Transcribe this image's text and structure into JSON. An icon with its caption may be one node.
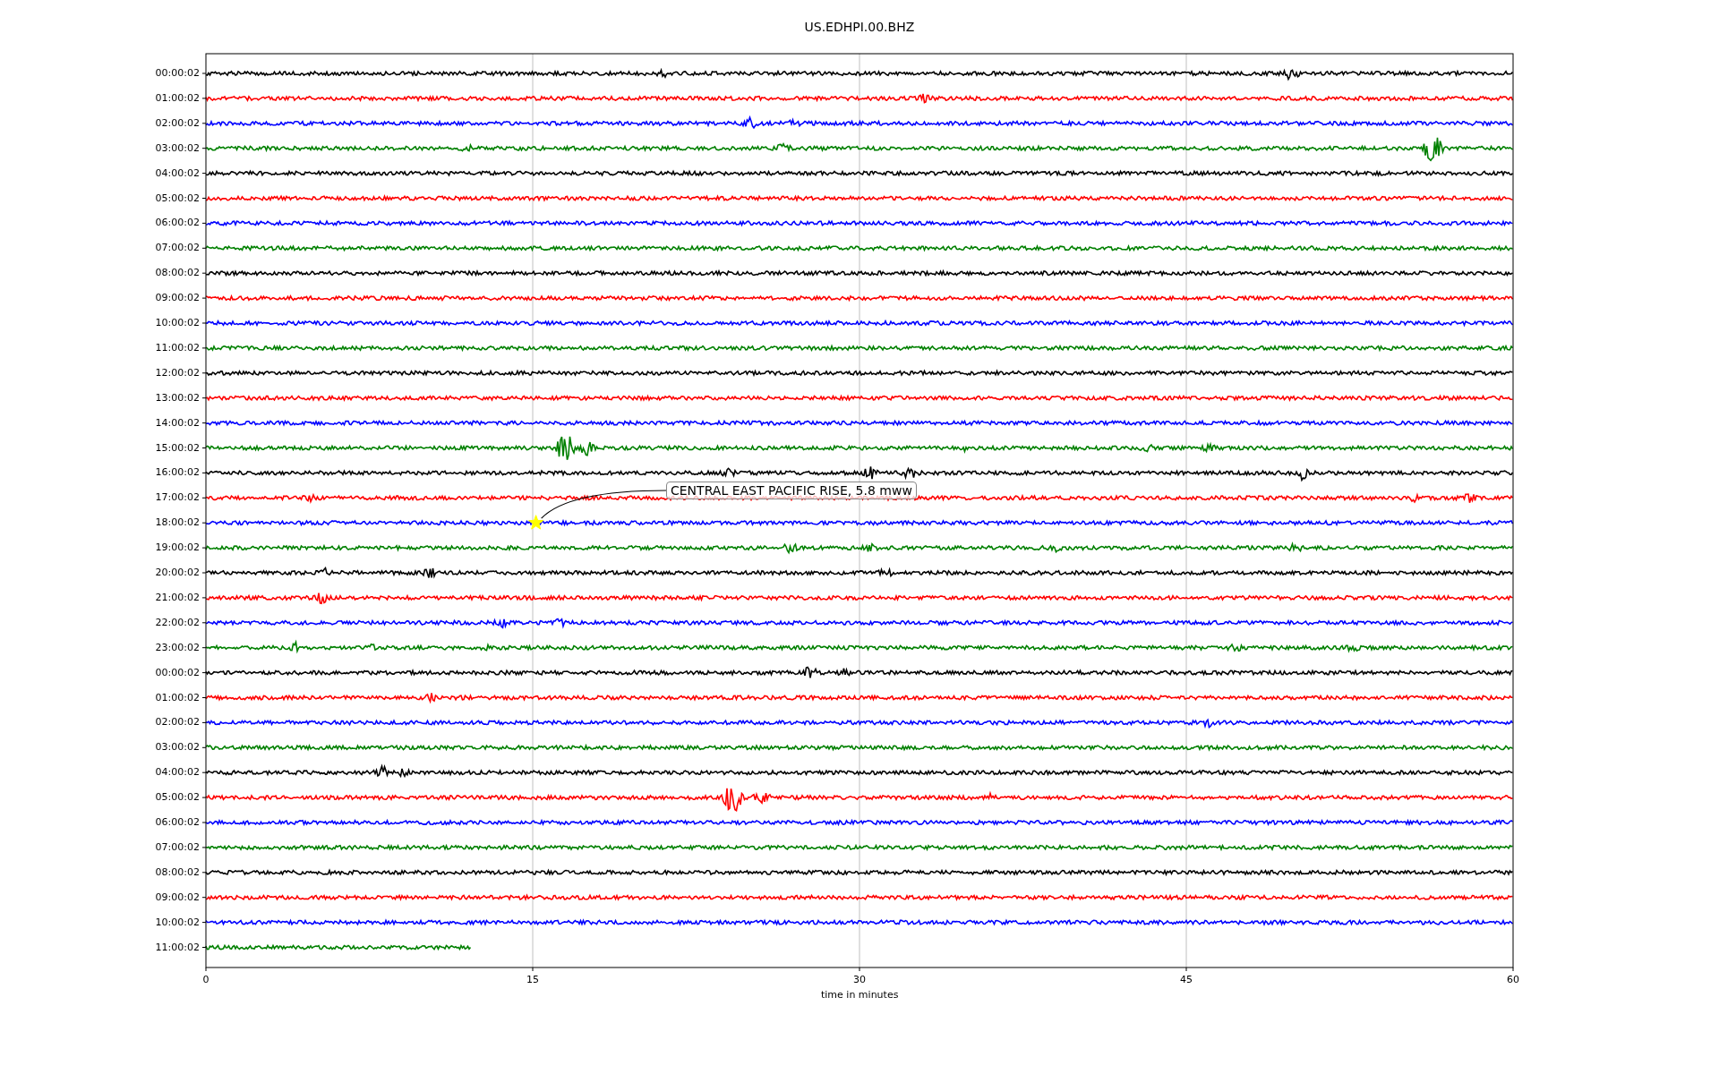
{
  "diagram": {
    "title": "US.EDHPI.00.BHZ",
    "nodes": [
      {
        "text": [
          "CENTRAL EAST PACIFIC RISE, 5.8 mww"
        ]
      },
      {
        "text": [],
        "shape": "star"
      }
    ],
    "edges": [
      {
        "from": 0,
        "to": 1,
        "arrow": "none"
      }
    ],
    "labels": [
      "00:00:02",
      "01:00:02",
      "02:00:02",
      "03:00:02",
      "04:00:02",
      "05:00:02",
      "06:00:02",
      "07:00:02",
      "08:00:02",
      "09:00:02",
      "10:00:02",
      "11:00:02",
      "12:00:02",
      "13:00:02",
      "14:00:02",
      "15:00:02",
      "16:00:02",
      "17:00:02",
      "18:00:02",
      "19:00:02",
      "20:00:02",
      "21:00:02",
      "22:00:02",
      "23:00:02",
      "00:00:02",
      "01:00:02",
      "02:00:02",
      "03:00:02",
      "04:00:02",
      "05:00:02",
      "06:00:02",
      "07:00:02",
      "08:00:02",
      "09:00:02",
      "10:00:02",
      "11:00:02",
      "0",
      "15",
      "30",
      "45",
      "60",
      "time in minutes"
    ]
  }
}
